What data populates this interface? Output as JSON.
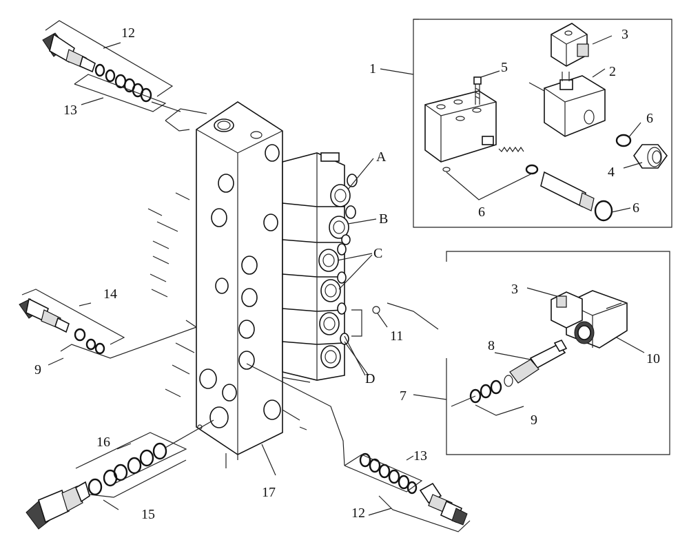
{
  "labels": {
    "l1": "1",
    "l2": "2",
    "l3a": "3",
    "l3b": "3",
    "l4": "4",
    "l5": "5",
    "l6a": "6",
    "l6b": "6",
    "l6c": "6",
    "l7": "7",
    "l8": "8",
    "l9a": "9",
    "l9b": "9",
    "l10": "10",
    "l11": "11",
    "l12a": "12",
    "l12b": "12",
    "l13a": "13",
    "l13b": "13",
    "l14": "14",
    "l15": "15",
    "l16": "16",
    "l17": "17",
    "lA": "A",
    "lB": "B",
    "lC": "C",
    "lD": "D"
  }
}
